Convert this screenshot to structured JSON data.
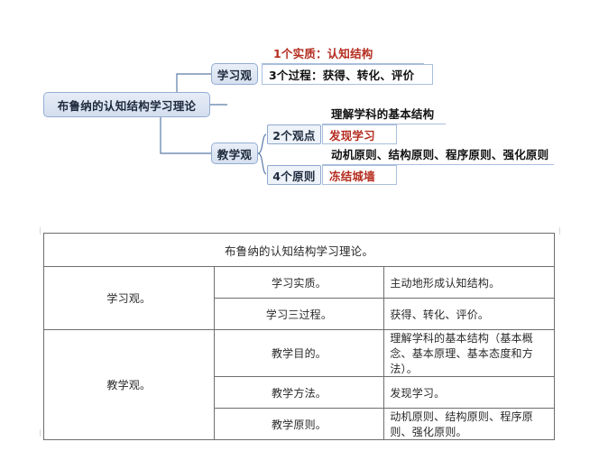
{
  "mindmap": {
    "root": {
      "label": "布鲁纳的认知结构学习理论"
    },
    "branches": [
      {
        "label": "学习观"
      },
      {
        "label": "教学观"
      }
    ],
    "learning_view": {
      "items": [
        {
          "text": "1个实质：认知结构",
          "color": "#b52d20",
          "boxed": false
        },
        {
          "text": "3个过程：获得、转化、评价",
          "color": "#121212",
          "boxed": true
        }
      ]
    },
    "teaching_view": {
      "sub_keys": [
        {
          "label": "2个观点"
        },
        {
          "label": "4个原则"
        }
      ],
      "items": [
        {
          "text": "理解学科的基本结构",
          "color": "#121212",
          "boxed": false
        },
        {
          "text": "发现学习",
          "color": "#b52d20",
          "boxed": true
        },
        {
          "text": "动机原则、结构原则、程序原则、强化原则",
          "color": "#121212",
          "boxed": false
        },
        {
          "text": "冻结城墙",
          "color": "#b52d20",
          "boxed": true
        }
      ]
    },
    "colors": {
      "node_fill": "#dde5f2",
      "node_border": "#93aed2",
      "accent_red": "#b52d20",
      "line": "#5a7ba8"
    }
  },
  "table": {
    "title": "布鲁纳的认知结构学习理论。",
    "rows": [
      {
        "group": "学习观。",
        "key": "学习实质。",
        "value": "主动地形成认知结构。"
      },
      {
        "group": "",
        "key": "学习三过程。",
        "value": "获得、转化、评价。"
      },
      {
        "group": "教学观。",
        "key": "教学目的。",
        "value": "理解学科的基本结构（基本概念、基本原理、基本态度和方法）。"
      },
      {
        "group": "",
        "key": "教学方法。",
        "value": "发现学习。"
      },
      {
        "group": "",
        "key": "教学原则。",
        "value": "动机原则、结构原则、程序原则、强化原则。"
      }
    ]
  }
}
